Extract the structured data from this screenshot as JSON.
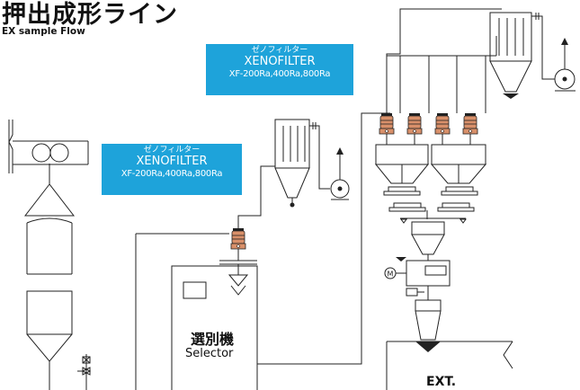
{
  "header": {
    "title": "押出成形ライン",
    "subtitle": "EX sample Flow"
  },
  "callouts": {
    "top": {
      "jp": "ゼノフィルター",
      "en": "XENOFILTER",
      "models": "XF-200Ra,400Ra,800Ra"
    },
    "left": {
      "jp": "ゼノフィルター",
      "en": "XENOFILTER",
      "models": "XF-200Ra,400Ra,800Ra"
    }
  },
  "equipment": {
    "selector_jp": "選別機",
    "selector_en": "Selector",
    "extruder": "EXT.",
    "motor_symbol": "M"
  },
  "colors": {
    "callout_bg": "#1ea3da",
    "filter": "#d9906a",
    "line": "#222222"
  }
}
